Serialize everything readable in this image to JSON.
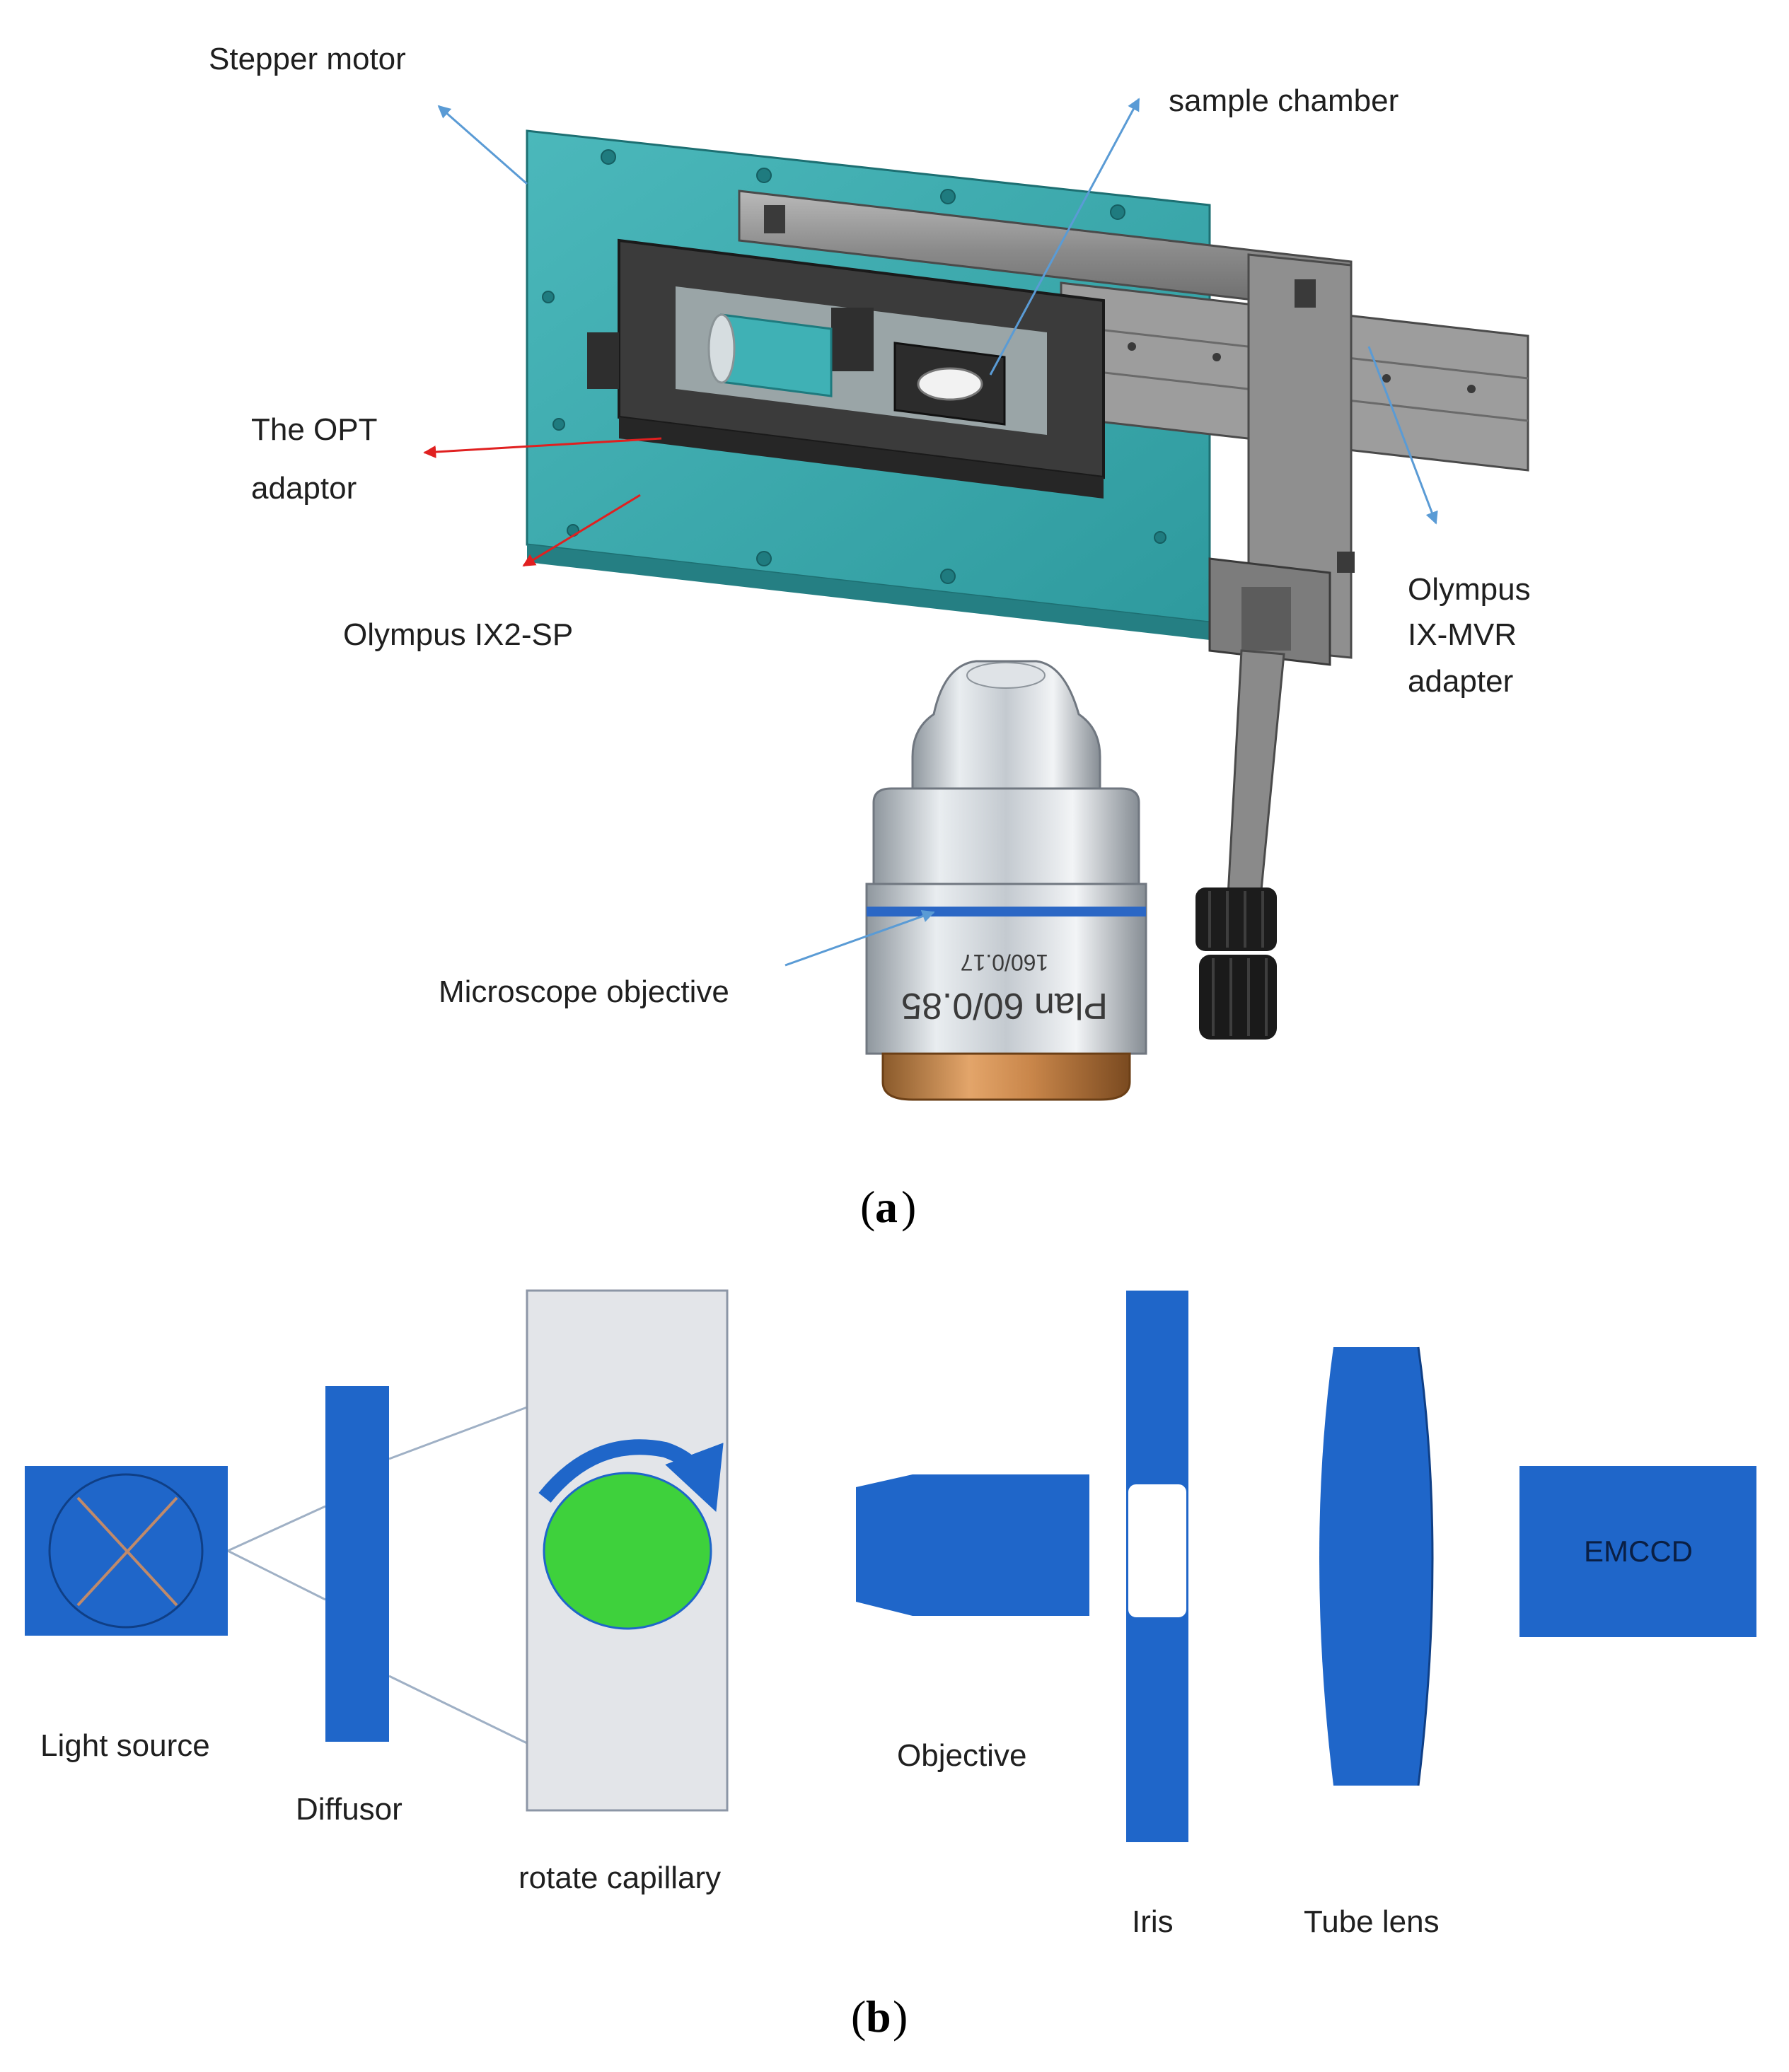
{
  "panel_a": {
    "letter": "a",
    "labels": {
      "stepper_motor": "Stepper motor",
      "sample_chamber": "sample chamber",
      "opt_adaptor_line1": "The OPT",
      "opt_adaptor_line2": "adaptor",
      "olympus_ix2sp": "Olympus IX2-SP",
      "olympus_ixmvr_line1": "Olympus",
      "olympus_ixmvr_line2": "IX-MVR",
      "olympus_ixmvr_line3": "adapter",
      "microscope_objective": "Microscope objective"
    },
    "objective_engraving": {
      "line1": "Plan 60/0.85",
      "line2": "160/0.17"
    }
  },
  "panel_b": {
    "letter": "b",
    "labels": {
      "light_source": "Light source",
      "diffusor": "Diffusor",
      "rotate_capillary": "rotate capillary",
      "objective": "Objective",
      "iris": "Iris",
      "tube_lens": "Tube lens",
      "emccd": "EMCCD"
    }
  },
  "colors": {
    "component_blue": "#1f66c9",
    "teal_plate": "#3aa6a9",
    "dark_frame": "#3b3b3b",
    "capillary_green": "#3ed13c",
    "pointer_blue": "#5a9bd5",
    "pointer_red": "#e02020"
  }
}
